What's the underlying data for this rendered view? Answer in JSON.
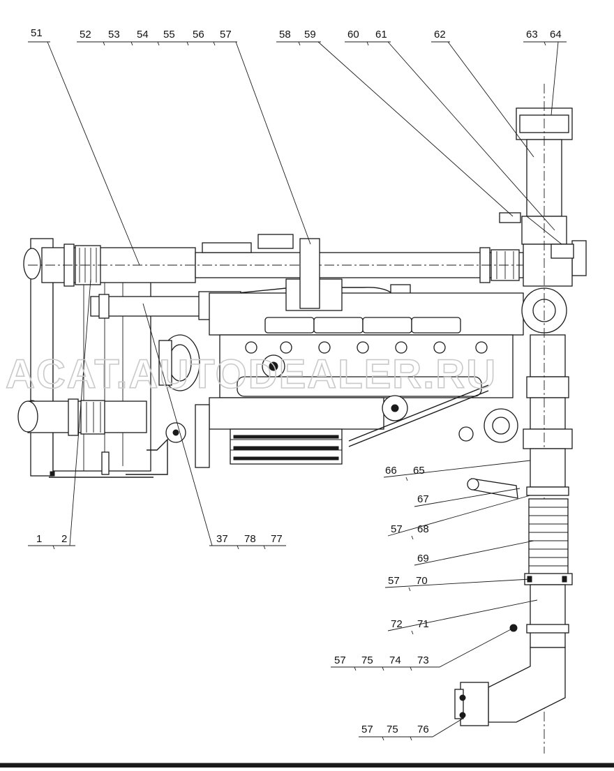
{
  "diagram": {
    "watermark": "ACAT.AUTODEALER.RU",
    "callouts": {
      "c51": "51",
      "c52": "52",
      "c53": "53",
      "c54": "54",
      "c55": "55",
      "c56": "56",
      "c57a": "57",
      "c58": "58",
      "c59": "59",
      "c60": "60",
      "c61": "61",
      "c62": "62",
      "c63": "63",
      "c64": "64",
      "c66": "66",
      "c65": "65",
      "c67": "67",
      "c57b": "57",
      "c68": "68",
      "c69": "69",
      "c57c": "57",
      "c70": "70",
      "c72": "72",
      "c71": "71",
      "c57d": "57",
      "c75a": "75",
      "c74": "74",
      "c73": "73",
      "c57e": "57",
      "c75b": "75",
      "c76": "76",
      "c1": "1",
      "c2": "2",
      "c37": "37",
      "c78": "78",
      "c77": "77"
    }
  }
}
